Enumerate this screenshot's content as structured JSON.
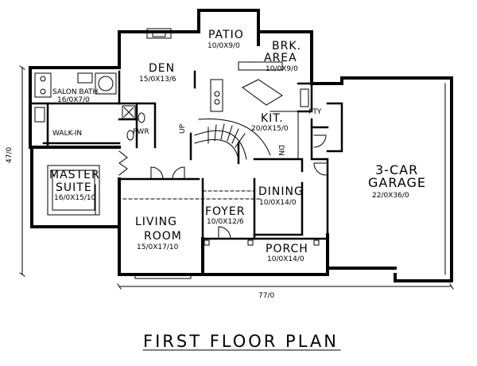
{
  "title": "FIRST FLOOR PLAN",
  "overall": {
    "width": "77/0",
    "depth": "47/0"
  },
  "rooms": {
    "patio": {
      "name": "PATIO",
      "dim": "10/0X9/0"
    },
    "den": {
      "name": "DEN",
      "dim": "15/0X13/6"
    },
    "breakfast": {
      "name1": "BRK.",
      "name2": "AREA",
      "dim": "10/0X9/0"
    },
    "kitchen": {
      "name": "KIT.",
      "dim": "20/0X15/0"
    },
    "pantry": {
      "name": "PTY"
    },
    "garage": {
      "name1": "3-CAR",
      "name2": "GARAGE",
      "dim": "22/0X36/0"
    },
    "salon_bath": {
      "name": "SALON BATH",
      "dim": "16/0X7/0"
    },
    "walk_in": {
      "name": "WALK-IN"
    },
    "powder": {
      "name": "PWR"
    },
    "master": {
      "name1": "MASTER",
      "name2": "SUITE",
      "dim": "16/0X15/10"
    },
    "foyer": {
      "name": "FOYER",
      "dim": "10/0X12/6"
    },
    "dining": {
      "name": "DINING",
      "dim": "10/0X14/0"
    },
    "living": {
      "name1": "LIVING",
      "name2": "ROOM",
      "dim": "15/0X17/10"
    },
    "porch": {
      "name": "PORCH",
      "dim": "10/0X14/0"
    }
  },
  "labels": {
    "up": "UP",
    "dn": "DN"
  }
}
